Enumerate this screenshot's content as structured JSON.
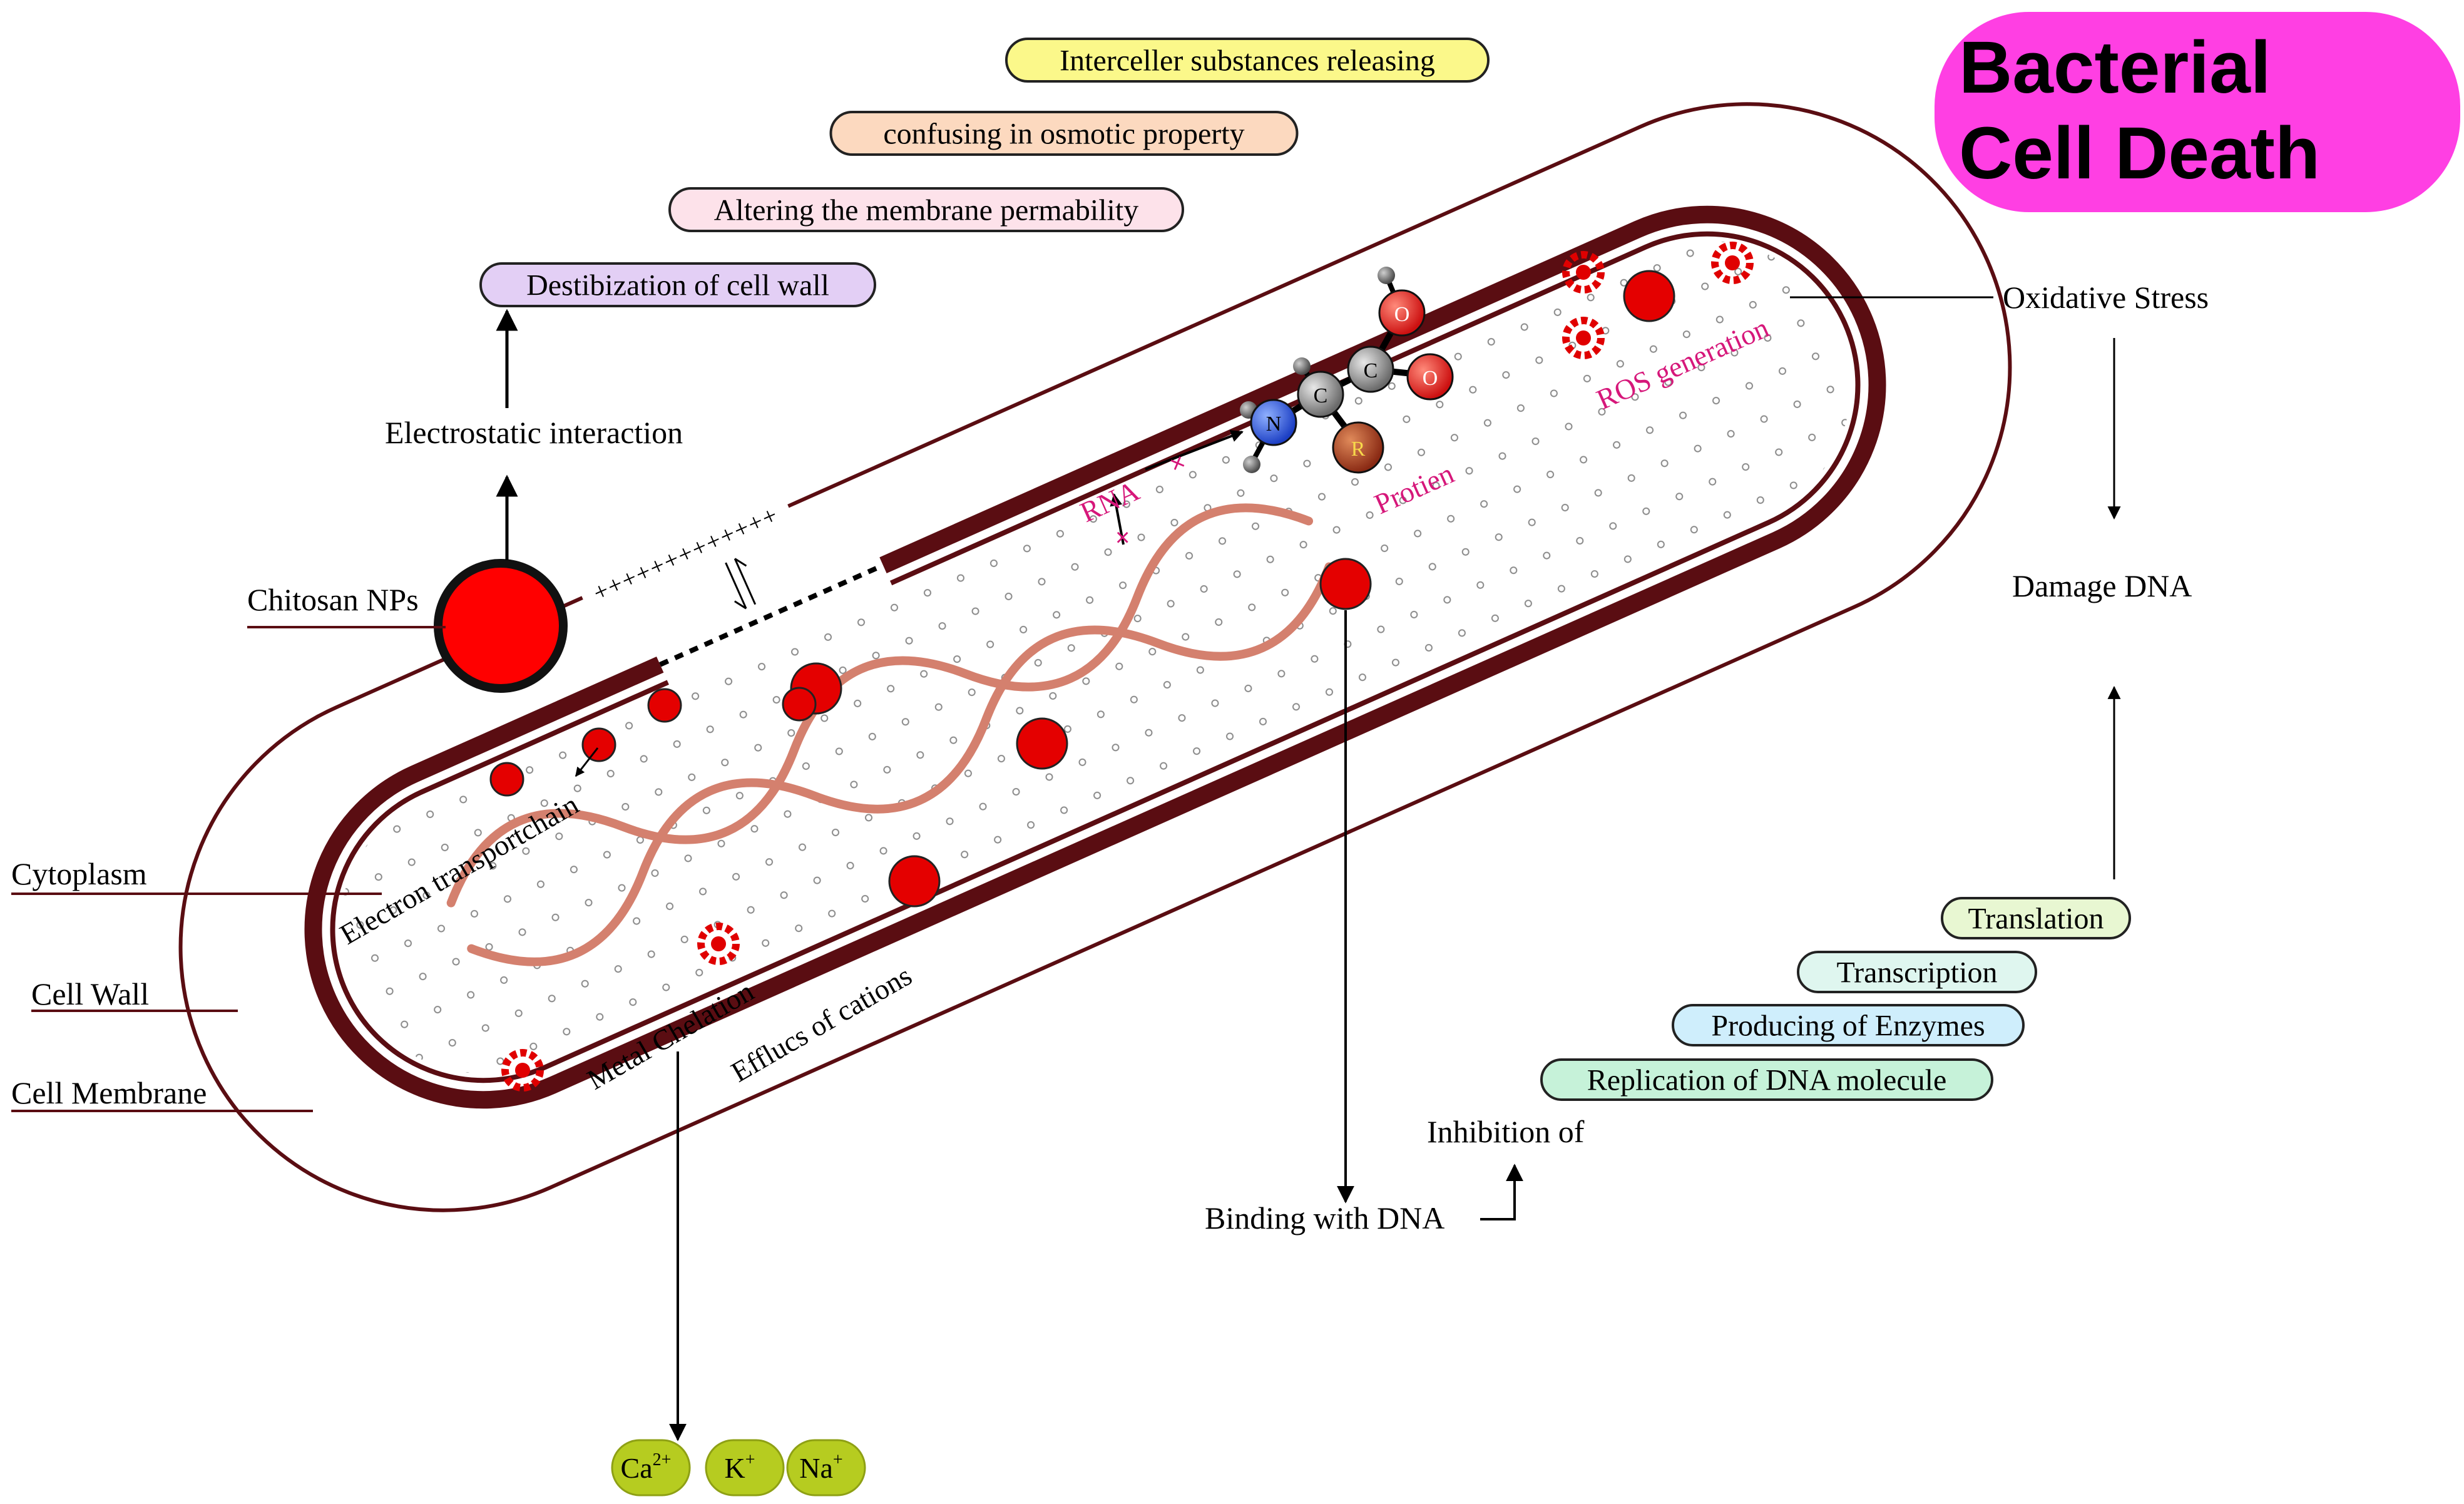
{
  "title": {
    "line1": "Bacterial",
    "line2": "Cell Death"
  },
  "colors": {
    "wall": "#5a0d12",
    "cyto_dot": "#7a7a7a",
    "np": "#ff0000",
    "dna": "#d4806e",
    "ros_text": "#d6177a",
    "title_bg": "#ff3fe3"
  },
  "effects": [
    {
      "label": "Interceller substances releasing",
      "fill": "#fbf88a"
    },
    {
      "label": "confusing in osmotic property",
      "fill": "#fcd9bf"
    },
    {
      "label": "Altering the membrane permability",
      "fill": "#fde2ea"
    },
    {
      "label": "Destibization of cell wall",
      "fill": "#e3cff5"
    }
  ],
  "labels": {
    "electrostatic": "Electrostatic interaction",
    "chitosan": "Chitosan NPs",
    "cytoplasm": "Cytoplasm",
    "cell_wall": "Cell Wall",
    "cell_membrane": "Cell Membrane",
    "oxidative_stress": "Oxidative Stress",
    "damage_dna": "Damage DNA",
    "binding_dna": "Binding with DNA",
    "inhibition_of": "Inhibition of",
    "charges": "+++++++++++++",
    "ros_generation": "ROS generation",
    "electron_chain": "Electron transportchain",
    "metal_chelation": "Metal Chelation",
    "efflux": "Efflucs of cations",
    "rna": "RNA",
    "protein": "Protien",
    "atom_n": "N",
    "atom_c1": "C",
    "atom_c2": "C",
    "atom_r": "R",
    "atom_o1": "O",
    "atom_o2": "O"
  },
  "processes": [
    {
      "label": "Translation",
      "fill": "#e8f7d2"
    },
    {
      "label": "Transcription",
      "fill": "#dff6ef"
    },
    {
      "label": "Producing of Enzymes",
      "fill": "#cfeefc"
    },
    {
      "label": "Replication of DNA molecule",
      "fill": "#c6f2d9"
    }
  ],
  "cations": [
    {
      "symbol": "Ca",
      "charge": "2+"
    },
    {
      "symbol": "K",
      "charge": "+"
    },
    {
      "symbol": "Na",
      "charge": "+"
    }
  ]
}
